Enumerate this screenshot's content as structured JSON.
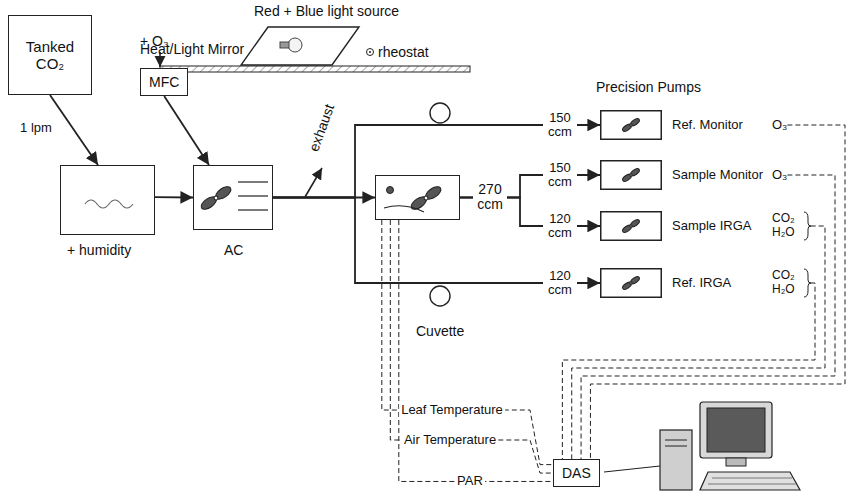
{
  "diagram": {
    "nodes": [
      {
        "text": [
          "Tanked CO₂"
        ]
      },
      {
        "text": [
          "+ humidity"
        ]
      },
      {
        "text": [
          "MFC"
        ]
      },
      {
        "text": [
          "AC"
        ]
      },
      {
        "text": [
          "Red + Blue light source"
        ]
      },
      {
        "text": [
          "Cuvette"
        ]
      },
      {
        "text": [
          "Ref. Monitor",
          "O₃"
        ]
      },
      {
        "text": [
          "Sample Monitor",
          "O₃"
        ]
      },
      {
        "text": [
          "Sample IRGA",
          "CO₂",
          "H₂O"
        ]
      },
      {
        "text": [
          "Ref. IRGA",
          "CO₂",
          "H₂O"
        ]
      },
      {
        "text": [
          "DAS"
        ]
      }
    ],
    "edges": [
      {
        "from": 0,
        "to": 1,
        "arrow": "to",
        "label": "1 lpm"
      },
      {
        "from": 1,
        "to": 3,
        "arrow": "to"
      },
      {
        "from": 2,
        "to": 3,
        "arrow": "to"
      },
      {
        "from": 3,
        "to": 6,
        "arrow": "to",
        "label": "150 ccm"
      },
      {
        "from": 3,
        "to": 5,
        "arrow": "to"
      },
      {
        "from": 3,
        "to": 9,
        "arrow": "to",
        "label": "120 ccm"
      },
      {
        "from": 5,
        "to": 7,
        "arrow": "to",
        "label": "150 ccm"
      },
      {
        "from": 5,
        "to": 8,
        "arrow": "to",
        "label": "120 ccm"
      },
      {
        "from": 5,
        "to": 10,
        "arrow": "none",
        "label": "Leaf Temperature"
      },
      {
        "from": 5,
        "to": 10,
        "arrow": "none",
        "label": "Air Temperature"
      },
      {
        "from": 5,
        "to": 10,
        "arrow": "none",
        "label": "PAR"
      },
      {
        "from": 6,
        "to": 10,
        "arrow": "none"
      },
      {
        "from": 7,
        "to": 10,
        "arrow": "none"
      },
      {
        "from": 8,
        "to": 10,
        "arrow": "none"
      },
      {
        "from": 9,
        "to": 10,
        "arrow": "none"
      }
    ],
    "labels": [
      "+ O₃",
      "exhaust",
      "270 ccm",
      "Precision Pumps",
      "Heat/Light Mirror",
      "rheostat"
    ]
  }
}
